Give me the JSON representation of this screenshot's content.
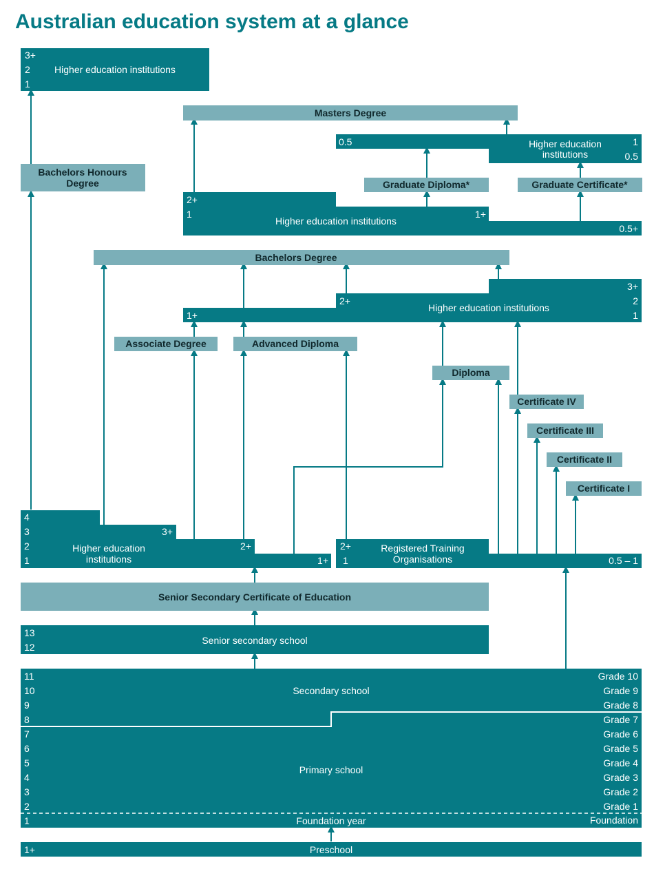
{
  "title": "Australian education system at a glance",
  "colors": {
    "title": "#067a85",
    "institution": "#067a85",
    "qualification": "#7bafb8",
    "qualification_text": "#10282c"
  },
  "qualifications": {
    "masters": "Masters Degree",
    "bachelors_honours_line1": "Bachelors Honours",
    "bachelors_honours_line2": "Degree",
    "graduate_diploma": "Graduate Diploma*",
    "graduate_certificate": "Graduate Certificate*",
    "bachelors": "Bachelors Degree",
    "associate": "Associate Degree",
    "advanced_diploma": "Advanced Diploma",
    "diploma": "Diploma",
    "cert_iv": "Certificate IV",
    "cert_iii": "Certificate III",
    "cert_ii": "Certificate II",
    "cert_i": "Certificate I",
    "sscoe": "Senior Secondary Certificate of Education"
  },
  "institutions": {
    "hei_top": {
      "label": "Higher education institutions",
      "years": [
        "3+",
        "2",
        "1"
      ]
    },
    "hei_postgrad": {
      "label": "Higher education institutions",
      "years_left": [
        "2+",
        "1"
      ],
      "year_mid": "1+",
      "year_right": "0.5+"
    },
    "hei_grad": {
      "label_line1": "Higher education",
      "label_line2": "institutions",
      "year_left": "0.5",
      "years_right": [
        "1",
        "0.5"
      ]
    },
    "hei_mid": {
      "label": "Higher education institutions",
      "year_left": "1+",
      "year_mid": "2+",
      "years_right": [
        "3+",
        "2",
        "1"
      ]
    },
    "hei_bottom": {
      "label_line1": "Higher education",
      "label_line2": "institutions",
      "years_left": [
        "4",
        "3",
        "2",
        "1"
      ],
      "year_3plus": "3+",
      "year_2plus": "2+",
      "year_1plus": "1+"
    },
    "rto": {
      "label_line1": "Registered Training",
      "label_line2": "Organisations",
      "years_left": [
        "2+",
        "1"
      ],
      "year_right": "0.5 – 1"
    }
  },
  "schools": {
    "senior_secondary": {
      "label": "Senior secondary school",
      "years": [
        "13",
        "12"
      ]
    },
    "secondary": {
      "label": "Secondary school"
    },
    "primary": {
      "label": "Primary school"
    },
    "foundation": {
      "label": "Foundation year",
      "year": "1",
      "grade": "Foundation"
    },
    "preschool": {
      "label": "Preschool",
      "year": "1+"
    },
    "left_years": [
      "11",
      "10",
      "9",
      "8",
      "7",
      "6",
      "5",
      "4",
      "3",
      "2"
    ],
    "grades": [
      "Grade 10",
      "Grade 9",
      "Grade 8",
      "Grade 7",
      "Grade 6",
      "Grade 5",
      "Grade 4",
      "Grade 3",
      "Grade 2",
      "Grade 1"
    ]
  }
}
